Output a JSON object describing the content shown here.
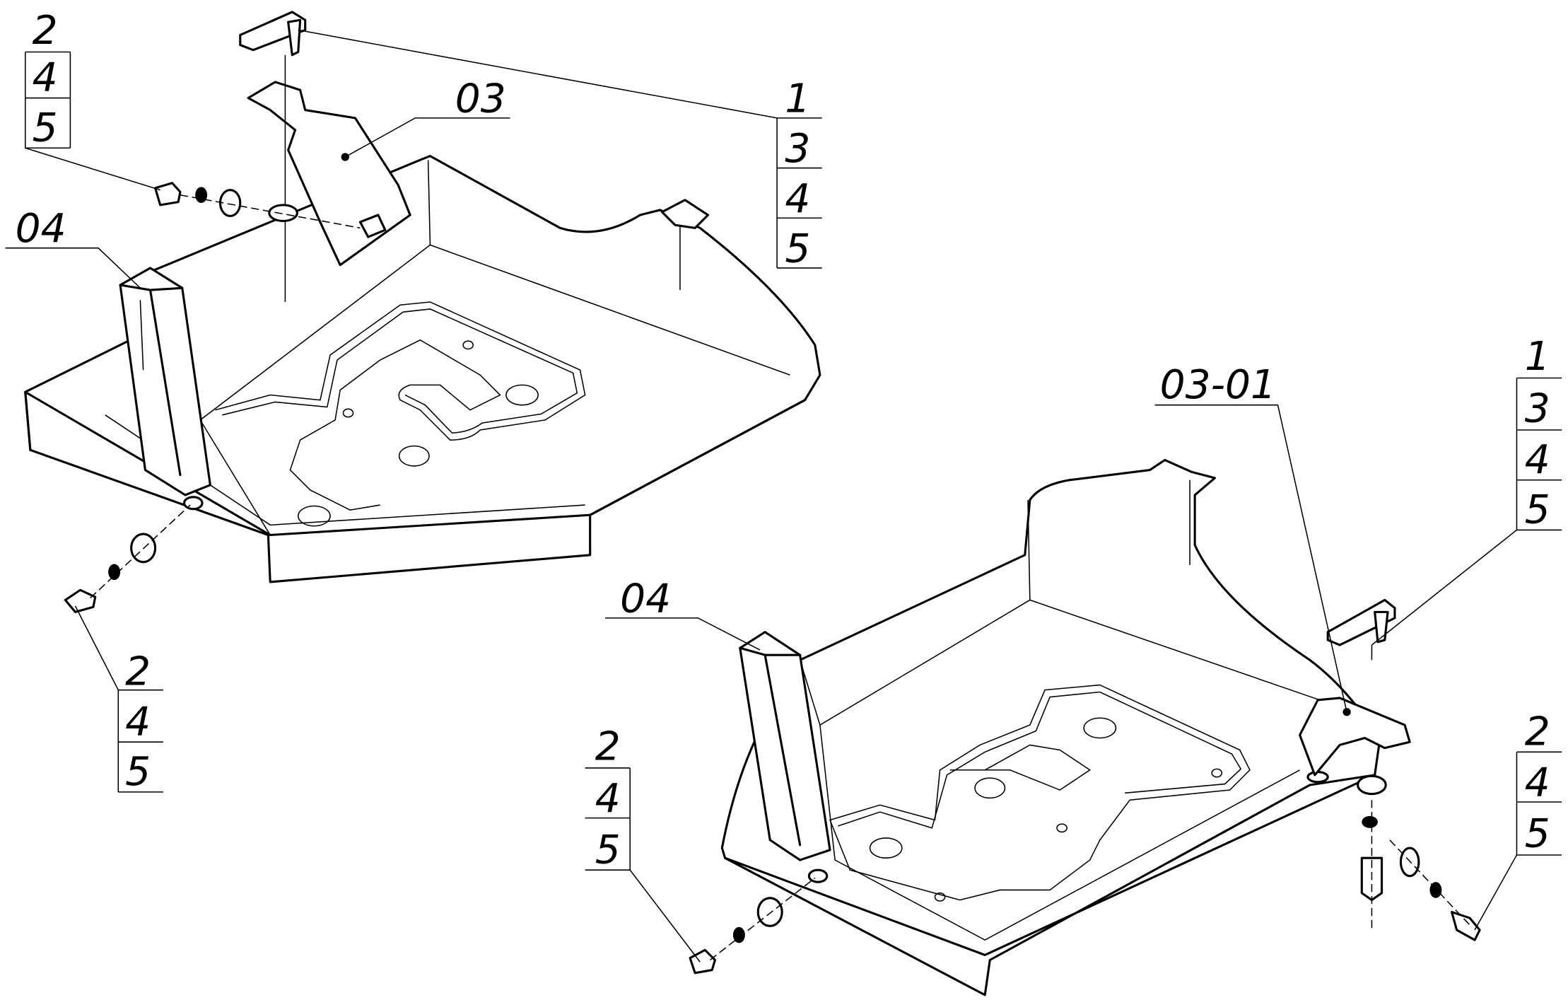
{
  "callouts": {
    "top_left_fasteners": [
      "2",
      "4",
      "5"
    ],
    "bracket_left": "03",
    "top_clip": [
      "1",
      "3",
      "4",
      "5"
    ],
    "post_left": "04",
    "bottom_left_fasteners": [
      "2",
      "4",
      "5"
    ],
    "bracket_right": "03-01",
    "right_clip": [
      "1",
      "3",
      "4",
      "5"
    ],
    "post_right": "04",
    "bottom_center_fasteners": [
      "2",
      "4",
      "5"
    ],
    "bottom_right_fasteners": [
      "2",
      "4",
      "5"
    ]
  }
}
